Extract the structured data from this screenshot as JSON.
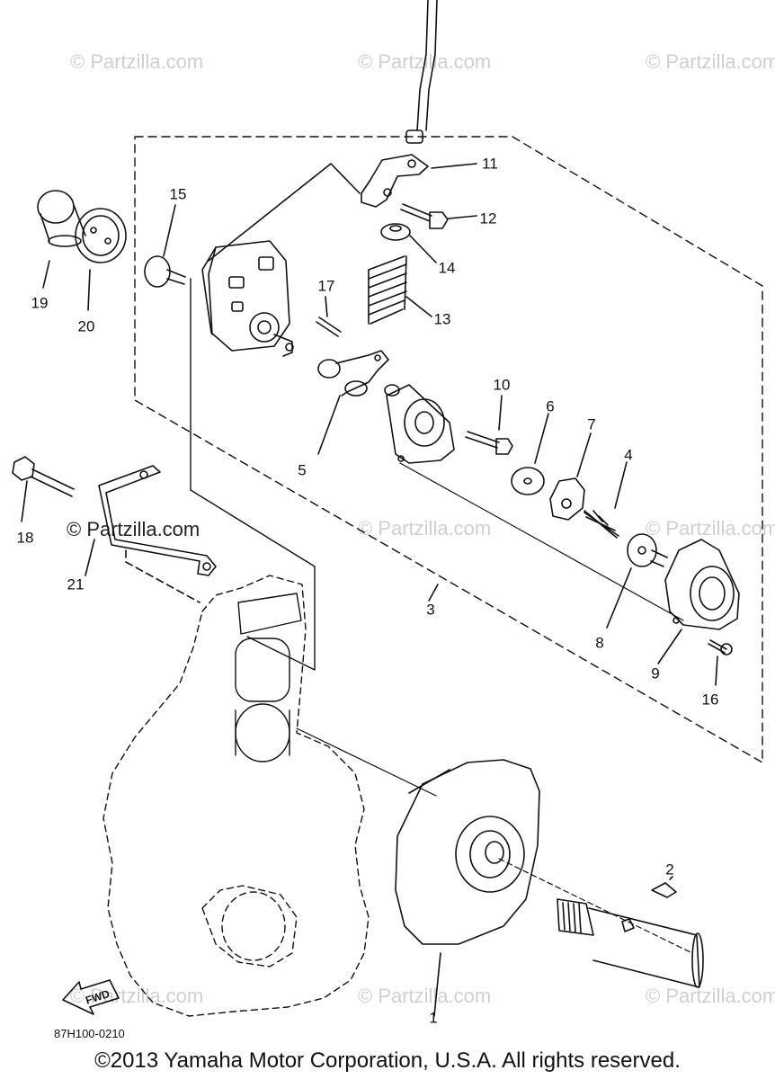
{
  "watermark": "© Partzilla.com",
  "diagram_code": "87H100-0210",
  "copyright": "©2013 Yamaha Motor Corporation, U.S.A. All rights reserved.",
  "fwd_label": "FWD",
  "callouts": {
    "p1": "1",
    "p2": "2",
    "p3": "3",
    "p4": "4",
    "p5": "5",
    "p6": "6",
    "p7": "7",
    "p8": "8",
    "p9": "9",
    "p10": "10",
    "p11": "11",
    "p12": "12",
    "p13": "13",
    "p14": "14",
    "p15": "15",
    "p16": "16",
    "p17": "17",
    "p18": "18",
    "p19": "19",
    "p20": "20",
    "p21": "21"
  }
}
